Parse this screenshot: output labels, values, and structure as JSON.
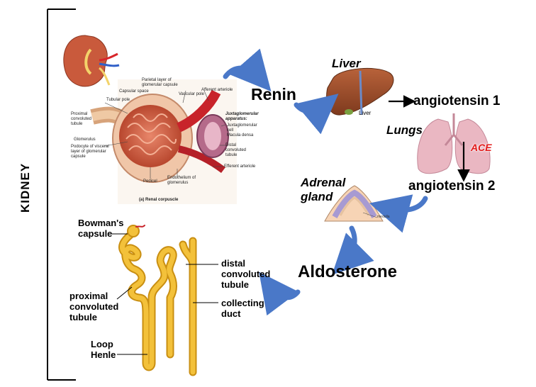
{
  "side_label": "KIDNEY",
  "flow": {
    "renin": "Renin",
    "liver": "Liver",
    "liver_small": "Liver",
    "angiotensin1": "angiotensin 1",
    "lungs": "Lungs",
    "ace": "ACE",
    "angiotensin2": "angiotensin 2",
    "adrenal_line1": "Adrenal",
    "adrenal_line2": "gland",
    "medulla": "medulla",
    "aldosterone": "Aldosterone"
  },
  "nephron": {
    "bowmans_line1": "Bowman's",
    "bowmans_line2": "capsule",
    "distal_line1": "distal",
    "distal_line2": "convoluted",
    "distal_line3": "tubule",
    "collecting_line1": "collecting",
    "collecting_line2": "duct",
    "proximal_line1": "proximal",
    "proximal_line2": "convoluted",
    "proximal_line3": "tubule",
    "loop_line1": "Loop",
    "loop_line2": "Henle"
  },
  "corpuscle": {
    "parietal": "Parietal layer of glomerular capsule",
    "capsular_space": "Capsular space",
    "tubular_pole": "Tubular pole",
    "vascular_pole": "Vascular pole",
    "afferent": "Afferent arteriole",
    "proximal": "Proximal convoluted tubule",
    "jga": "Juxtaglomerular apparatus:",
    "jg_cell": "Juxtaglomerular cell",
    "macula": "Macula densa",
    "glomerulus": "Glomerulus",
    "podocyte": "Podocyte of visceral layer of glomerular capsule",
    "distal": "Distal convoluted tubule",
    "efferent": "Efferent arteriole",
    "pedicel": "Pedicel",
    "endothelium": "Endothelium of glomerulus",
    "caption": "(a) Renal corpuscle"
  },
  "colors": {
    "arrow_blue": "#4a78c8",
    "nephron_yellow": "#f3c13a",
    "ace_red": "#e21b1b",
    "liver_brown": "#a0522d",
    "lung_pink": "#eab7c2"
  }
}
